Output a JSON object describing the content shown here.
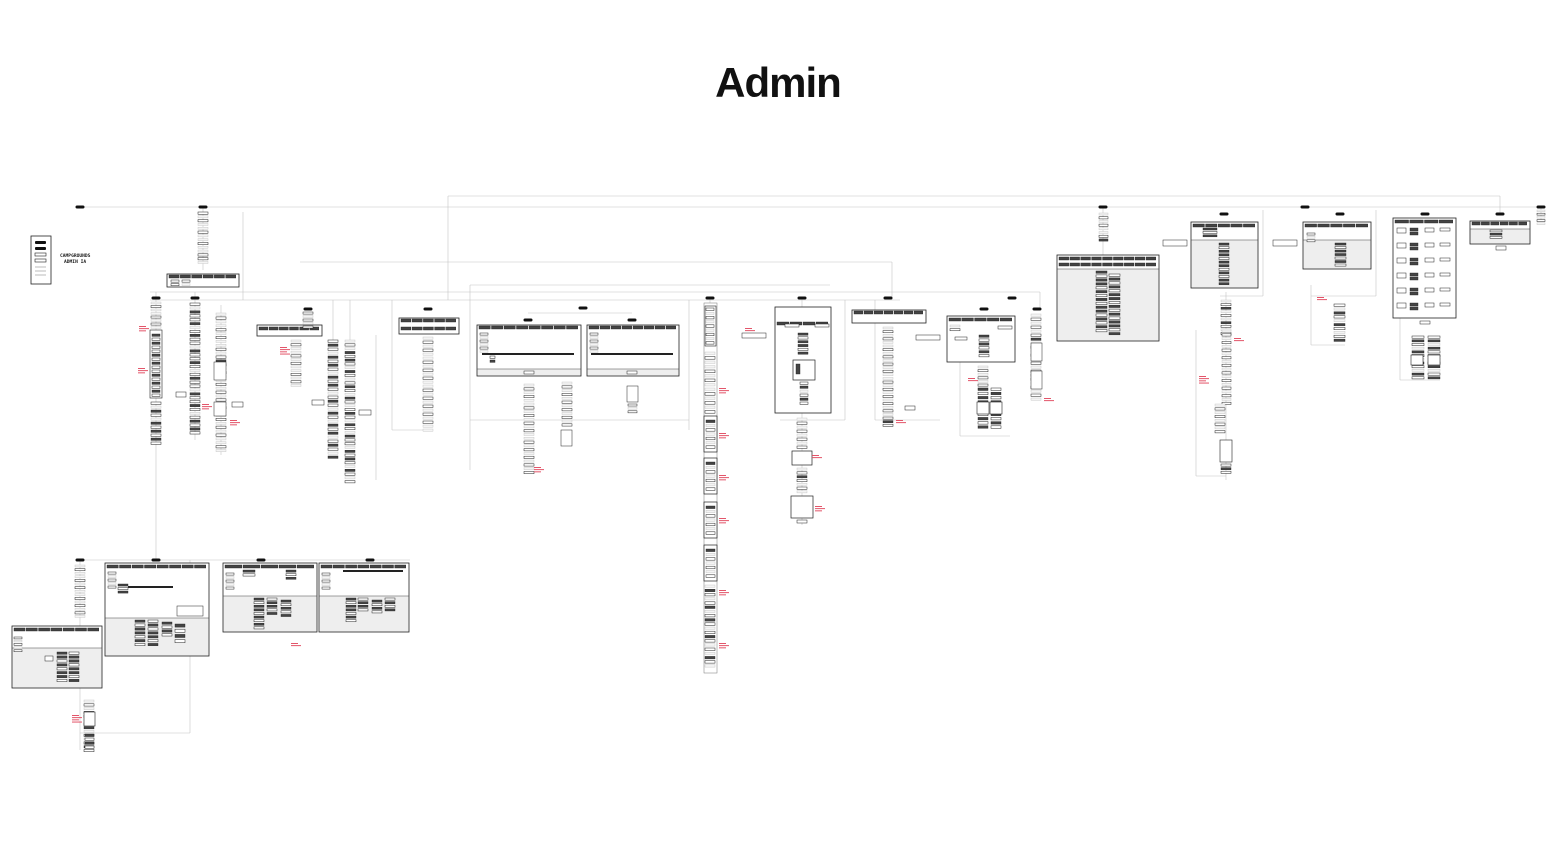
{
  "title": "Admin",
  "legend": {
    "line1": "CAMPGROUNDS",
    "line2": "ADMIN IA"
  },
  "colors": {
    "background": "#ffffff",
    "node_fill": "#ffffff",
    "node_stroke": "#222222",
    "panel_fill": "#eeeeee",
    "header_pill": "#111111",
    "connector": "#c4c4c4",
    "annotation": "#e0435a"
  }
}
